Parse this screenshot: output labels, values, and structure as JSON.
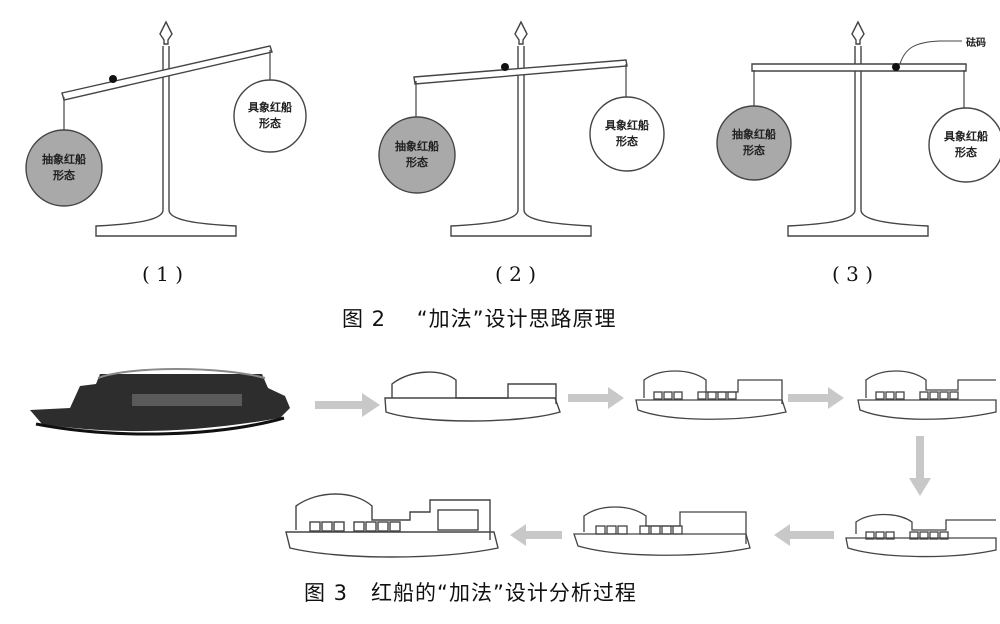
{
  "figure2": {
    "caption": "图 2    “加法”设计思路原理",
    "panels": [
      {
        "label": "( 1 )",
        "left_pan": "抽象红船形态",
        "right_pan": "具象红船形态"
      },
      {
        "label": "( 2 )",
        "left_pan": "抽象红船形态",
        "right_pan": "具象红船形态"
      },
      {
        "label": "( 3 )",
        "left_pan": "抽象红船形态",
        "right_pan": "具象红船形态",
        "weight_label": "砝码"
      }
    ],
    "pan_text": {
      "abstract_line1": "抽象红船",
      "abstract_line2": "形态",
      "concrete_line1": "具象红船",
      "concrete_line2": "形态"
    },
    "colors": {
      "abstract_pan": "#a9a9a9",
      "concrete_pan": "#ffffff",
      "arrow": "#c8c8c8"
    }
  },
  "figure3": {
    "caption": "图 3   红船的“加法”设计分析过程",
    "steps": [
      "photo",
      "outline",
      "windows-added",
      "detail-added",
      "roof-detail",
      "cabin-added",
      "final"
    ]
  }
}
